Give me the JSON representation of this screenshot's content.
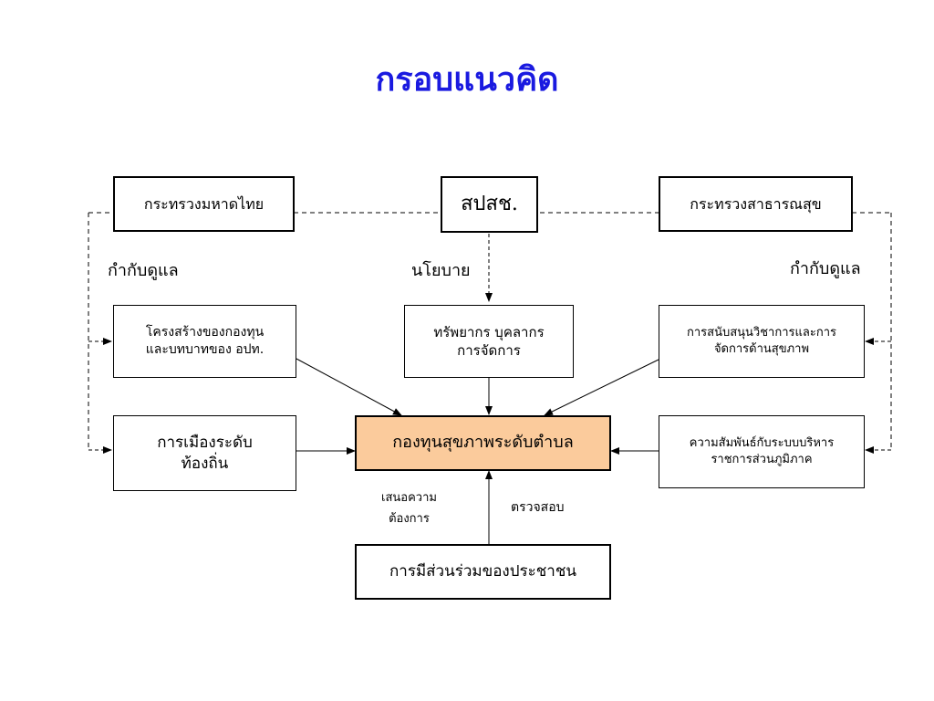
{
  "title": "กรอบแนวคิด",
  "nodes": {
    "interior": "กระทรวงมหาดไทย",
    "nhso": "สปสช.",
    "public_health": "กระทรวงสาธารณสุข",
    "structure_line1": "โครงสร้างของกองทุน",
    "structure_line2": "และบทบาทของ อปท.",
    "resources_line1": "ทรัพยากร บุคลากร",
    "resources_line2": "การจัดการ",
    "academic_line1": "การสนับสนุนวิชาการและการ",
    "academic_line2": "จัดการด้านสุขภาพ",
    "local_politics_line1": "การเมืองระดับ",
    "local_politics_line2": "ท้องถิ่น",
    "fund": "กองทุนสุขภาพระดับตำบล",
    "regional_line1": "ความสัมพันธ์กับระบบบริหาร",
    "regional_line2": "ราชการส่วนภูมิภาค",
    "participation": "การมีส่วนร่วมของประชาชน"
  },
  "labels": {
    "supervise_left": "กำกับดูแล",
    "policy": "นโยบาย",
    "supervise_right": "กำกับดูแล",
    "propose_line1": "เสนอความ",
    "propose_line2": "ต้องการ",
    "inspect": "ตรวจสอบ"
  }
}
